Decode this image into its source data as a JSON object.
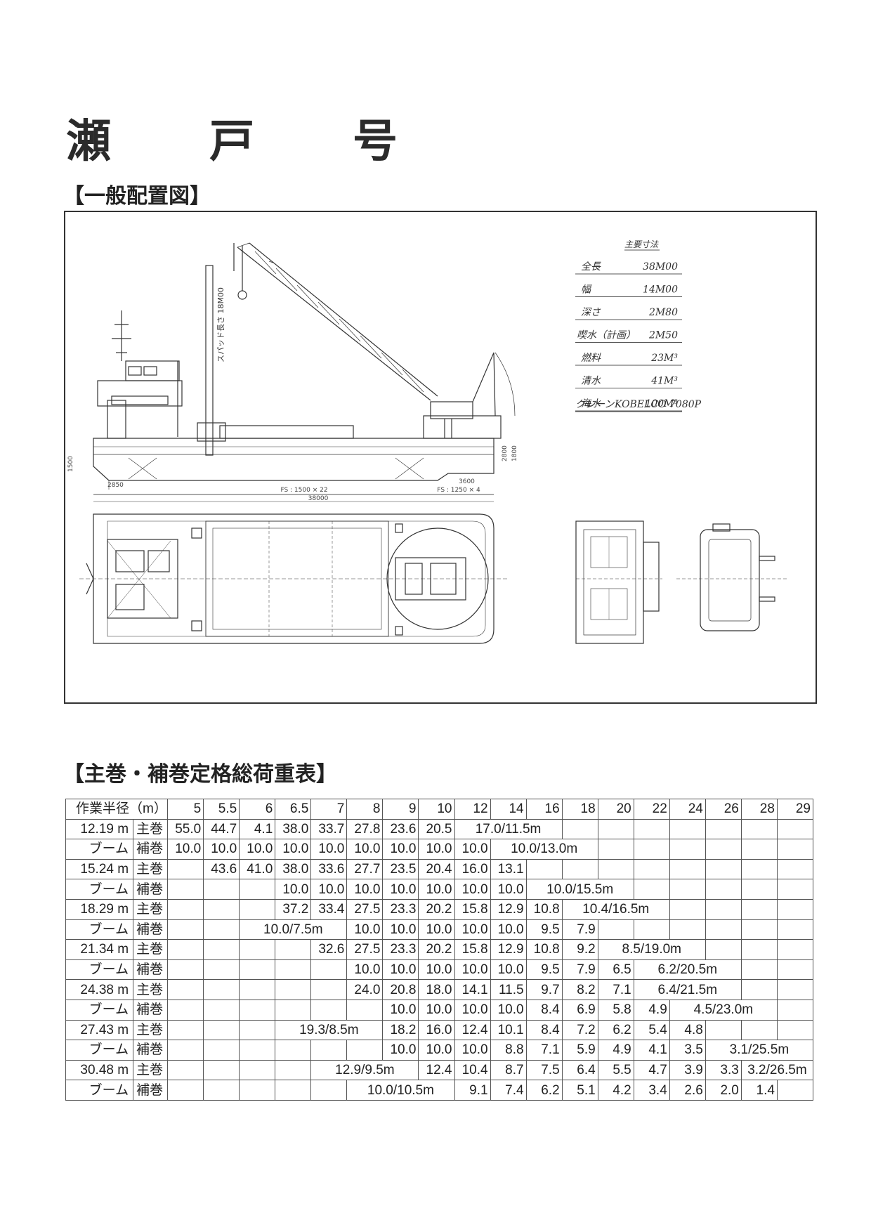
{
  "title": "瀬　戸　号",
  "section_layout": "【一般配置図】",
  "section_table": "【主巻・補巻定格総荷重表】",
  "drawing": {
    "dims_heading": "主要寸法",
    "dims": [
      {
        "label": "全長",
        "value": "38M00"
      },
      {
        "label": "幅",
        "value": "14M00"
      },
      {
        "label": "深さ",
        "value": "2M80"
      },
      {
        "label": "喫水（計画）",
        "value": "2M50"
      },
      {
        "label": "燃料",
        "value": "23M³"
      },
      {
        "label": "清水",
        "value": "41M³"
      },
      {
        "label": "海水",
        "value": "100M³"
      }
    ],
    "crane_label": "クレーン",
    "crane_value": "KOBELCO 7080P",
    "spud_note": "スパッド長さ 18M00",
    "note_fs1": "FS : 1500 × 22",
    "note_fs2": "FS : 1250 × 4",
    "note_total": "38000",
    "note_2850": "2850",
    "note_3600": "3600",
    "note_1500": "1500",
    "note_2800": "2800",
    "note_1800": "1800"
  },
  "table": {
    "corner": "作業半径（m）",
    "radii": [
      "5",
      "5.5",
      "6",
      "6.5",
      "7",
      "8",
      "9",
      "10",
      "12",
      "14",
      "16",
      "18",
      "20",
      "22",
      "24",
      "26",
      "28",
      "29"
    ],
    "rows": [
      {
        "label": "12.19 m",
        "kind": "主巻",
        "cells": [
          {
            "v": "55.0"
          },
          {
            "v": "44.7"
          },
          {
            "v": "4.1"
          },
          {
            "v": "38.0"
          },
          {
            "v": "33.7"
          },
          {
            "v": "27.8"
          },
          {
            "v": "23.6"
          },
          {
            "v": "20.5"
          },
          {
            "v": "17.0/11.5m",
            "span": 3
          },
          {
            "v": ""
          },
          {
            "v": ""
          },
          {
            "v": ""
          },
          {
            "v": ""
          },
          {
            "v": ""
          },
          {
            "v": ""
          },
          {
            "v": ""
          }
        ]
      },
      {
        "label": "ブーム",
        "kind": "補巻",
        "cells": [
          {
            "v": "10.0"
          },
          {
            "v": "10.0"
          },
          {
            "v": "10.0"
          },
          {
            "v": "10.0"
          },
          {
            "v": "10.0"
          },
          {
            "v": "10.0"
          },
          {
            "v": "10.0"
          },
          {
            "v": "10.0"
          },
          {
            "v": "10.0"
          },
          {
            "v": "10.0/13.0m",
            "span": 3
          },
          {
            "v": ""
          },
          {
            "v": ""
          },
          {
            "v": ""
          },
          {
            "v": ""
          },
          {
            "v": ""
          },
          {
            "v": ""
          }
        ]
      },
      {
        "label": "15.24 m",
        "kind": "主巻",
        "cells": [
          {
            "v": ""
          },
          {
            "v": "43.6"
          },
          {
            "v": "41.0"
          },
          {
            "v": "38.0"
          },
          {
            "v": "33.6"
          },
          {
            "v": "27.7"
          },
          {
            "v": "23.5"
          },
          {
            "v": "20.4"
          },
          {
            "v": "16.0"
          },
          {
            "v": "13.1"
          },
          {
            "v": ""
          },
          {
            "v": ""
          },
          {
            "v": ""
          },
          {
            "v": ""
          },
          {
            "v": ""
          },
          {
            "v": ""
          },
          {
            "v": ""
          },
          {
            "v": ""
          }
        ]
      },
      {
        "label": "ブーム",
        "kind": "補巻",
        "cells": [
          {
            "v": ""
          },
          {
            "v": ""
          },
          {
            "v": ""
          },
          {
            "v": "10.0"
          },
          {
            "v": "10.0"
          },
          {
            "v": "10.0"
          },
          {
            "v": "10.0"
          },
          {
            "v": "10.0"
          },
          {
            "v": "10.0"
          },
          {
            "v": "10.0"
          },
          {
            "v": "10.0/15.5m",
            "span": 3
          },
          {
            "v": ""
          },
          {
            "v": ""
          },
          {
            "v": ""
          },
          {
            "v": ""
          },
          {
            "v": ""
          }
        ]
      },
      {
        "label": "18.29 m",
        "kind": "主巻",
        "cells": [
          {
            "v": ""
          },
          {
            "v": ""
          },
          {
            "v": ""
          },
          {
            "v": "37.2"
          },
          {
            "v": "33.4"
          },
          {
            "v": "27.5"
          },
          {
            "v": "23.3"
          },
          {
            "v": "20.2"
          },
          {
            "v": "15.8"
          },
          {
            "v": "12.9"
          },
          {
            "v": "10.8"
          },
          {
            "v": "10.4/16.5m",
            "span": 3
          },
          {
            "v": ""
          },
          {
            "v": ""
          },
          {
            "v": ""
          },
          {
            "v": ""
          }
        ]
      },
      {
        "label": "ブーム",
        "kind": "補巻",
        "cells": [
          {
            "v": ""
          },
          {
            "v": ""
          },
          {
            "v": "10.0/7.5m",
            "span": 3
          },
          {
            "v": "10.0"
          },
          {
            "v": "10.0"
          },
          {
            "v": "10.0"
          },
          {
            "v": "10.0"
          },
          {
            "v": "10.0"
          },
          {
            "v": "9.5"
          },
          {
            "v": "7.9"
          },
          {
            "v": ""
          },
          {
            "v": ""
          },
          {
            "v": ""
          },
          {
            "v": ""
          },
          {
            "v": ""
          },
          {
            "v": ""
          }
        ]
      },
      {
        "label": "21.34 m",
        "kind": "主巻",
        "cells": [
          {
            "v": ""
          },
          {
            "v": ""
          },
          {
            "v": ""
          },
          {
            "v": ""
          },
          {
            "v": "32.6"
          },
          {
            "v": "27.5"
          },
          {
            "v": "23.3"
          },
          {
            "v": "20.2"
          },
          {
            "v": "15.8"
          },
          {
            "v": "12.9"
          },
          {
            "v": "10.8"
          },
          {
            "v": "9.2"
          },
          {
            "v": "8.5/19.0m",
            "span": 3
          },
          {
            "v": ""
          },
          {
            "v": ""
          },
          {
            "v": ""
          }
        ]
      },
      {
        "label": "ブーム",
        "kind": "補巻",
        "cells": [
          {
            "v": ""
          },
          {
            "v": ""
          },
          {
            "v": ""
          },
          {
            "v": ""
          },
          {
            "v": ""
          },
          {
            "v": "10.0"
          },
          {
            "v": "10.0"
          },
          {
            "v": "10.0"
          },
          {
            "v": "10.0"
          },
          {
            "v": "10.0"
          },
          {
            "v": "9.5"
          },
          {
            "v": "7.9"
          },
          {
            "v": "6.5"
          },
          {
            "v": "6.2/20.5m",
            "span": 3
          },
          {
            "v": ""
          },
          {
            "v": ""
          }
        ]
      },
      {
        "label": "24.38 m",
        "kind": "主巻",
        "cells": [
          {
            "v": ""
          },
          {
            "v": ""
          },
          {
            "v": ""
          },
          {
            "v": ""
          },
          {
            "v": ""
          },
          {
            "v": "24.0"
          },
          {
            "v": "20.8"
          },
          {
            "v": "18.0"
          },
          {
            "v": "14.1"
          },
          {
            "v": "11.5"
          },
          {
            "v": "9.7"
          },
          {
            "v": "8.2"
          },
          {
            "v": "7.1"
          },
          {
            "v": "6.4/21.5m",
            "span": 3
          },
          {
            "v": ""
          },
          {
            "v": ""
          }
        ]
      },
      {
        "label": "ブーム",
        "kind": "補巻",
        "cells": [
          {
            "v": ""
          },
          {
            "v": ""
          },
          {
            "v": ""
          },
          {
            "v": ""
          },
          {
            "v": ""
          },
          {
            "v": ""
          },
          {
            "v": "10.0"
          },
          {
            "v": "10.0"
          },
          {
            "v": "10.0"
          },
          {
            "v": "10.0"
          },
          {
            "v": "8.4"
          },
          {
            "v": "6.9"
          },
          {
            "v": "5.8"
          },
          {
            "v": "4.9"
          },
          {
            "v": "4.5/23.0m",
            "span": 3
          },
          {
            "v": ""
          }
        ]
      },
      {
        "label": "27.43 m",
        "kind": "主巻",
        "cells": [
          {
            "v": ""
          },
          {
            "v": ""
          },
          {
            "v": ""
          },
          {
            "v": "19.3/8.5m",
            "span": 3
          },
          {
            "v": "18.2"
          },
          {
            "v": "16.0"
          },
          {
            "v": "12.4"
          },
          {
            "v": "10.1"
          },
          {
            "v": "8.4"
          },
          {
            "v": "7.2"
          },
          {
            "v": "6.2"
          },
          {
            "v": "5.4"
          },
          {
            "v": "4.8"
          },
          {
            "v": ""
          },
          {
            "v": ""
          },
          {
            "v": ""
          }
        ]
      },
      {
        "label": "ブーム",
        "kind": "補巻",
        "cells": [
          {
            "v": ""
          },
          {
            "v": ""
          },
          {
            "v": ""
          },
          {
            "v": ""
          },
          {
            "v": ""
          },
          {
            "v": ""
          },
          {
            "v": "10.0"
          },
          {
            "v": "10.0"
          },
          {
            "v": "10.0"
          },
          {
            "v": "8.8"
          },
          {
            "v": "7.1"
          },
          {
            "v": "5.9"
          },
          {
            "v": "4.9"
          },
          {
            "v": "4.1"
          },
          {
            "v": "3.5"
          },
          {
            "v": "3.1/25.5m",
            "span": 3
          }
        ]
      },
      {
        "label": "30.48 m",
        "kind": "主巻",
        "cells": [
          {
            "v": ""
          },
          {
            "v": ""
          },
          {
            "v": ""
          },
          {
            "v": ""
          },
          {
            "v": "12.9/9.5m",
            "span": 3
          },
          {
            "v": "12.4"
          },
          {
            "v": "10.4"
          },
          {
            "v": "8.7"
          },
          {
            "v": "7.5"
          },
          {
            "v": "6.4"
          },
          {
            "v": "5.5"
          },
          {
            "v": "4.7"
          },
          {
            "v": "3.9"
          },
          {
            "v": "3.3"
          },
          {
            "v": "3.2/26.5m",
            "span": 2
          }
        ]
      },
      {
        "label": "ブーム",
        "kind": "補巻",
        "cells": [
          {
            "v": ""
          },
          {
            "v": ""
          },
          {
            "v": ""
          },
          {
            "v": ""
          },
          {
            "v": ""
          },
          {
            "v": "10.0/10.5m",
            "span": 3
          },
          {
            "v": "9.1"
          },
          {
            "v": "7.4"
          },
          {
            "v": "6.2"
          },
          {
            "v": "5.1"
          },
          {
            "v": "4.2"
          },
          {
            "v": "3.4"
          },
          {
            "v": "2.6"
          },
          {
            "v": "2.0"
          },
          {
            "v": "1.4"
          },
          {
            "v": ""
          }
        ]
      }
    ]
  }
}
